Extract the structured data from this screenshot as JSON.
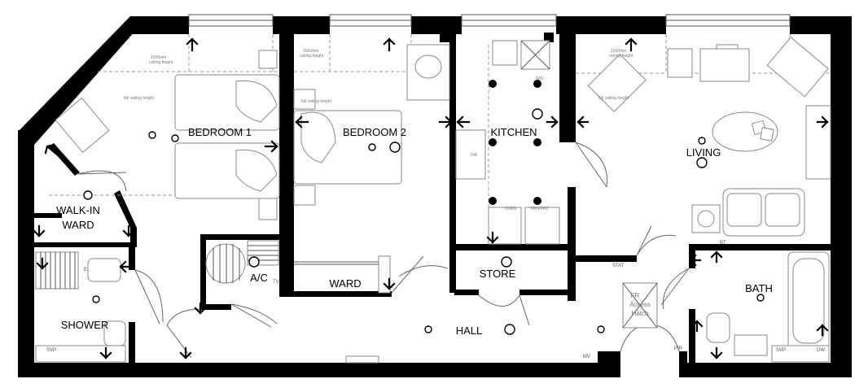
{
  "floor_plan": {
    "rooms": {
      "bedroom1": "BEDROOM 1",
      "bedroom2": "BEDROOM 2",
      "kitchen": "KITCHEN",
      "living": "LIVING",
      "walk_in_ward_line1": "WALK-IN",
      "walk_in_ward_line2": "WARD",
      "shower": "SHOWER",
      "ac": "A/C",
      "ward": "WARD",
      "store": "STORE",
      "hall": "HALL",
      "bath": "BATH"
    },
    "annotations": {
      "ceiling_1500": "1500mm",
      "ceiling_height": "ceiling height",
      "full_ceiling": "full ceiling height",
      "fr_line1": "FR",
      "fr_line2": "Access",
      "fr_line3": "Hatch",
      "oven": "OVEN",
      "fridge_freezer": "FRG/FRZ",
      "wd": "W/D",
      "dw": "DW",
      "svp": "SVP",
      "bt": "BT",
      "stat": "STAT",
      "pir": "PIR",
      "mv": "MV",
      "tv": "TV",
      "e": "E"
    },
    "colors": {
      "wall": "#000000",
      "fixture_line": "#8a8a8a",
      "background": "#ffffff"
    }
  }
}
